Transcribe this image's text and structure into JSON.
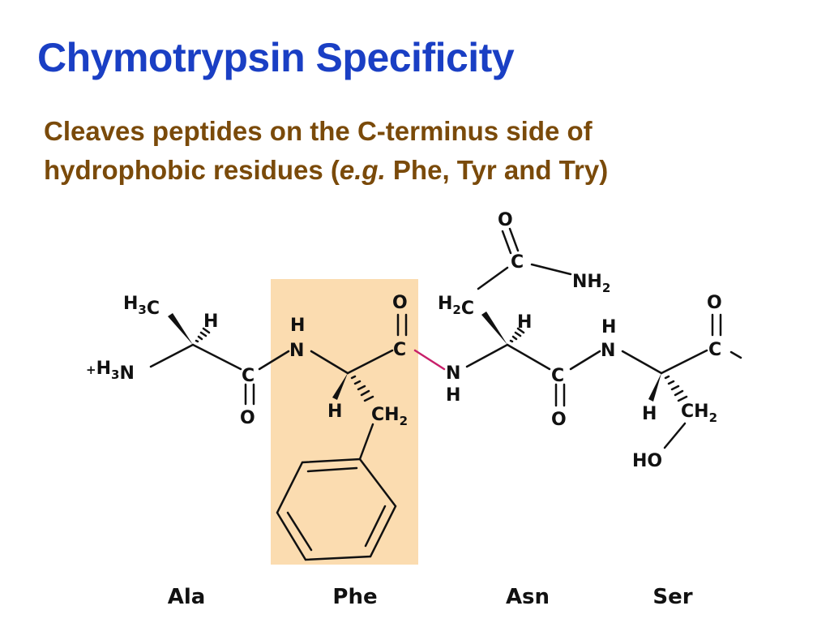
{
  "title": "Chymotrypsin Specificity",
  "subtitle": {
    "line1": "Cleaves peptides on the C-terminus side of",
    "line2_prefix": "hydrophobic residues (",
    "line2_em": "e.g.",
    "line2_suffix": " Phe, Tyr and Try)"
  },
  "colors": {
    "title": "#1a3fc4",
    "subtitle": "#7a4a0a",
    "highlight": "#fbdcb0",
    "cleavage_bond": "#c8206a",
    "ink": "#111111"
  },
  "residues": [
    "Ala",
    "Phe",
    "Asn",
    "Ser"
  ],
  "atoms": {
    "ala_ch3": "H3C",
    "ala_h": "H",
    "n_terminus": "+H3N",
    "ala_c": "C",
    "ala_o": "O",
    "phe_nh_h": "H",
    "phe_n": "N",
    "phe_h": "H",
    "phe_ch2": "CH2",
    "phe_o": "O",
    "phe_c": "C",
    "asn_n": "N",
    "asn_nh_h": "H",
    "asn_ch2": "H2C",
    "asn_h": "H",
    "asn_side_o": "O",
    "asn_side_c": "C",
    "asn_nh2": "NH2",
    "asn_c": "C",
    "asn_o": "O",
    "ser_nh_h": "H",
    "ser_n": "N",
    "ser_h": "H",
    "ser_ch2": "CH2",
    "ser_ho": "HO",
    "ser_o": "O",
    "ser_c": "C"
  }
}
